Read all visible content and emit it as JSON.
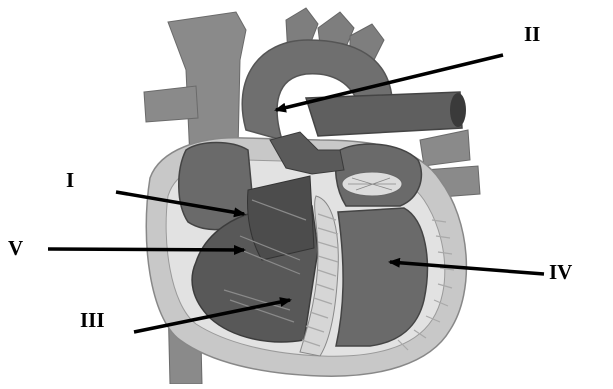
{
  "figure": {
    "labels": {
      "ii": "II",
      "i": "I",
      "v": "V",
      "iv": "IV",
      "iii": "III"
    }
  },
  "colors": {
    "background": "#ffffff",
    "ink": "#000000",
    "chamber_dark": "#5a5a5a",
    "chamber_mid": "#7a7a7a",
    "vessel": "#8a8a8a",
    "vessel_dark": "#6f6f6f",
    "muscle": "#c8c8c8",
    "muscle_light": "#e2e2e2",
    "septum_stripe": "#a9a9a9"
  }
}
